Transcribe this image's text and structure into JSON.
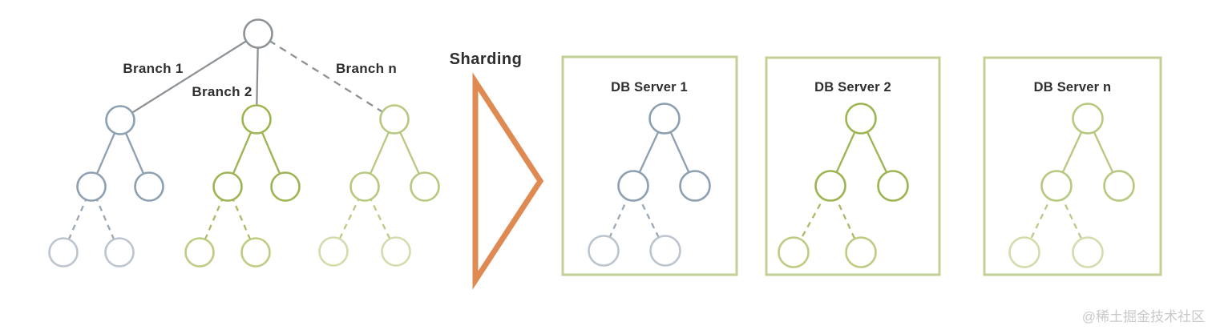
{
  "labels": {
    "branch1": "Branch 1",
    "branch2": "Branch 2",
    "branch_n": "Branch n",
    "sharding": "Sharding",
    "db_server1": "DB Server 1",
    "db_server2": "DB Server 2",
    "db_server_n": "DB Server n",
    "watermark": "@稀土掘金技术社区"
  },
  "colors": {
    "root-gray": "#8D9296",
    "branch1-main": "#8CA0B2",
    "branch1-leaf": "#BCC5CE",
    "branch1-dash": "#9AA7B4",
    "branch2-main": "#9CB551",
    "branch2-leaf": "#BCCD82",
    "branch2-dash": "#A8BC66",
    "branch3-main": "#B6C97F",
    "branch3-leaf": "#D2DDAD",
    "branch3-dash": "#B9CA85",
    "arrow-orange": "#DF8A52",
    "box-border": "#C2CF95",
    "label-dark": "#2E2E2E",
    "watermark-gray": "#C9C9C9"
  }
}
